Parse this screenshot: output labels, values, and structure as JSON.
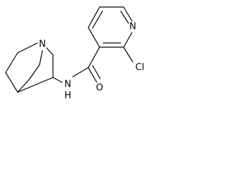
{
  "molecule": {
    "atoms": {
      "n_pyridine": "N",
      "cl": "Cl",
      "o_carbonyl": "O",
      "n_amide": "N",
      "h_amide": "H",
      "n_bridgehead": "N"
    }
  }
}
